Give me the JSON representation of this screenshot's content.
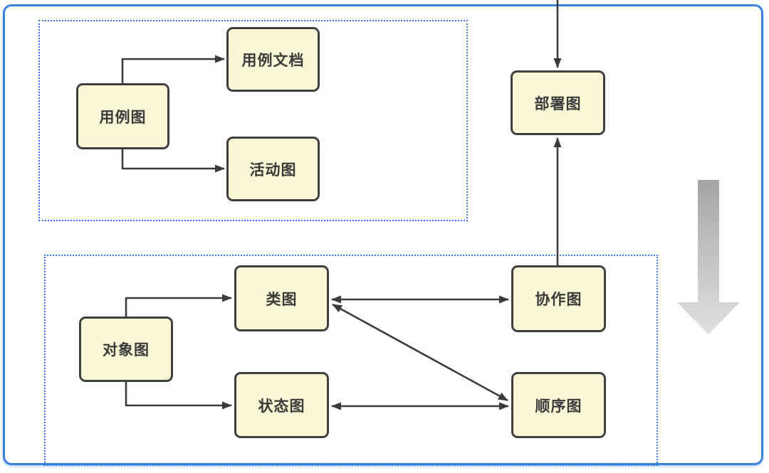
{
  "diagram": {
    "nodes": [
      {
        "id": "use-case-diagram",
        "label": "用例图"
      },
      {
        "id": "use-case-document",
        "label": "用例文档"
      },
      {
        "id": "activity-diagram",
        "label": "活动图"
      },
      {
        "id": "deployment-diagram",
        "label": "部署图"
      },
      {
        "id": "class-diagram",
        "label": "类图"
      },
      {
        "id": "collaboration-diagram",
        "label": "协作图"
      },
      {
        "id": "object-diagram",
        "label": "对象图"
      },
      {
        "id": "state-diagram",
        "label": "状态图"
      },
      {
        "id": "sequence-diagram",
        "label": "顺序图"
      }
    ],
    "groups": [
      {
        "id": "top-group",
        "members": [
          "用例图",
          "用例文档",
          "活动图"
        ]
      },
      {
        "id": "bottom-group",
        "members": [
          "对象图",
          "类图",
          "状态图",
          "协作图",
          "顺序图"
        ]
      }
    ],
    "edges": [
      {
        "from": "top-of-canvas",
        "to": "部署图",
        "style": "arrow"
      },
      {
        "from": "用例图",
        "to": "用例文档",
        "style": "arrow"
      },
      {
        "from": "用例图",
        "to": "活动图",
        "style": "arrow"
      },
      {
        "from": "协作图",
        "to": "部署图",
        "style": "arrow"
      },
      {
        "from": "类图",
        "to": "协作图",
        "style": "double-arrow"
      },
      {
        "from": "类图",
        "to": "顺序图",
        "style": "double-arrow"
      },
      {
        "from": "状态图",
        "to": "顺序图",
        "style": "double-arrow"
      },
      {
        "from": "对象图",
        "to": "类图",
        "style": "arrow"
      },
      {
        "from": "对象图",
        "to": "状态图",
        "style": "arrow"
      }
    ],
    "icons": {
      "big_down_arrow": "down-arrow"
    },
    "colors": {
      "frame_border": "#3b82e0",
      "group_border": "#3579de",
      "node_fill": "#fbf6d5",
      "node_border": "#3f3f3f",
      "node_text": "#3a3a3a",
      "connector": "#3a3a3a",
      "big_arrow_gradient_top": "#a5a5a5",
      "big_arrow_gradient_bottom": "#e0e0e0"
    }
  }
}
